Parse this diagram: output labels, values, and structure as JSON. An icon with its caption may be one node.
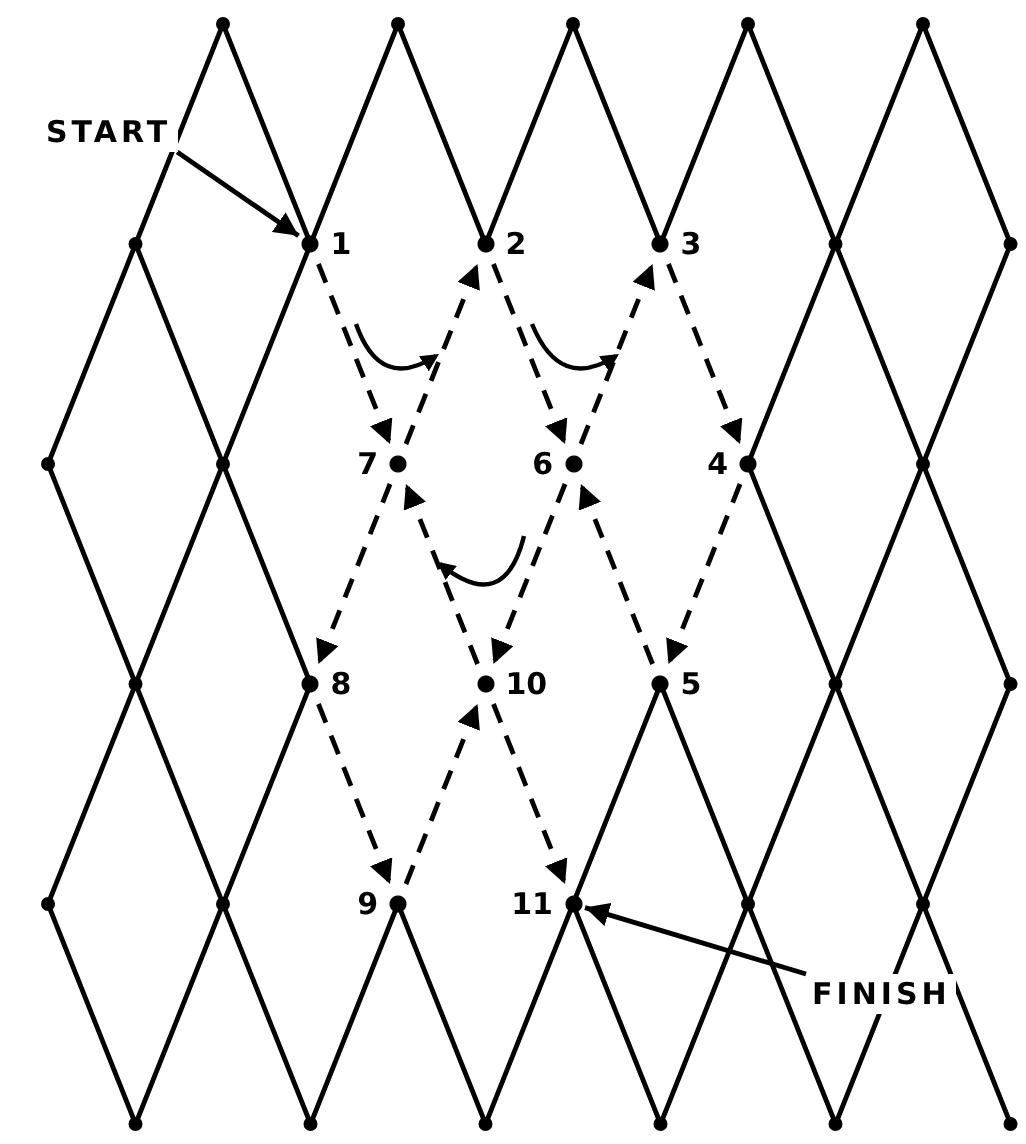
{
  "diagram": {
    "nodes": [
      {
        "text": [
          "START"
        ]
      },
      {
        "text": [
          "1"
        ]
      },
      {
        "text": [
          "2"
        ]
      },
      {
        "text": [
          "3"
        ]
      },
      {
        "text": [
          "7"
        ]
      },
      {
        "text": [
          "6"
        ]
      },
      {
        "text": [
          "4"
        ]
      },
      {
        "text": [
          "8"
        ]
      },
      {
        "text": [
          "10"
        ]
      },
      {
        "text": [
          "5"
        ]
      },
      {
        "text": [
          "9"
        ]
      },
      {
        "text": [
          "11"
        ]
      },
      {
        "text": [
          "FINISH"
        ]
      }
    ],
    "edges": [
      {
        "from": 0,
        "to": 1,
        "arrow": "to"
      },
      {
        "from": 1,
        "to": 4,
        "arrow": "to",
        "style": "dashed"
      },
      {
        "from": 4,
        "to": 2,
        "arrow": "to",
        "style": "dashed"
      },
      {
        "from": 2,
        "to": 5,
        "arrow": "to",
        "style": "dashed"
      },
      {
        "from": 5,
        "to": 3,
        "arrow": "to",
        "style": "dashed"
      },
      {
        "from": 3,
        "to": 6,
        "arrow": "to",
        "style": "dashed"
      },
      {
        "from": 6,
        "to": 9,
        "arrow": "to",
        "style": "dashed"
      },
      {
        "from": 9,
        "to": 5,
        "arrow": "to",
        "style": "dashed"
      },
      {
        "from": 5,
        "to": 8,
        "arrow": "to",
        "style": "dashed"
      },
      {
        "from": 8,
        "to": 4,
        "arrow": "to",
        "style": "dashed"
      },
      {
        "from": 4,
        "to": 7,
        "arrow": "to",
        "style": "dashed"
      },
      {
        "from": 7,
        "to": 10,
        "arrow": "to",
        "style": "dashed"
      },
      {
        "from": 10,
        "to": 8,
        "arrow": "to",
        "style": "dashed"
      },
      {
        "from": 8,
        "to": 11,
        "arrow": "to",
        "style": "dashed"
      },
      {
        "from": 12,
        "to": 11,
        "arrow": "to"
      }
    ]
  }
}
